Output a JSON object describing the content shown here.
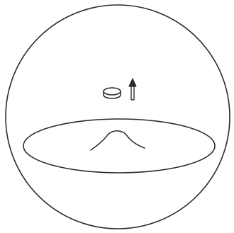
{
  "diagram": {
    "stroke_color": "#2b2b2b",
    "fill_color": "#ffffff",
    "elements": [
      {
        "name": "outer-sphere",
        "shape": "circle"
      },
      {
        "name": "equatorial-disk",
        "shape": "ellipse"
      },
      {
        "name": "central-bump",
        "shape": "curve"
      },
      {
        "name": "small-disk-object",
        "shape": "cylinder"
      },
      {
        "name": "up-arrow-icon",
        "shape": "arrow",
        "direction": "up"
      }
    ]
  }
}
